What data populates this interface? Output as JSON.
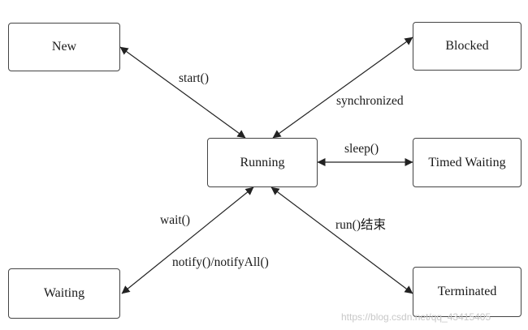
{
  "nodes": {
    "new": "New",
    "blocked": "Blocked",
    "running": "Running",
    "timed_waiting": "Timed Waiting",
    "waiting": "Waiting",
    "terminated": "Terminated"
  },
  "edges": {
    "start": "start()",
    "synchronized": "synchronized",
    "sleep": "sleep()",
    "wait": "wait()",
    "notify": "notify()/notifyAll()",
    "run_end": "run()结束"
  },
  "watermark": "https://blog.csdn.net/qq_43415405",
  "colors": {
    "line": "#222222",
    "border": "#444444",
    "background": "#ffffff"
  }
}
